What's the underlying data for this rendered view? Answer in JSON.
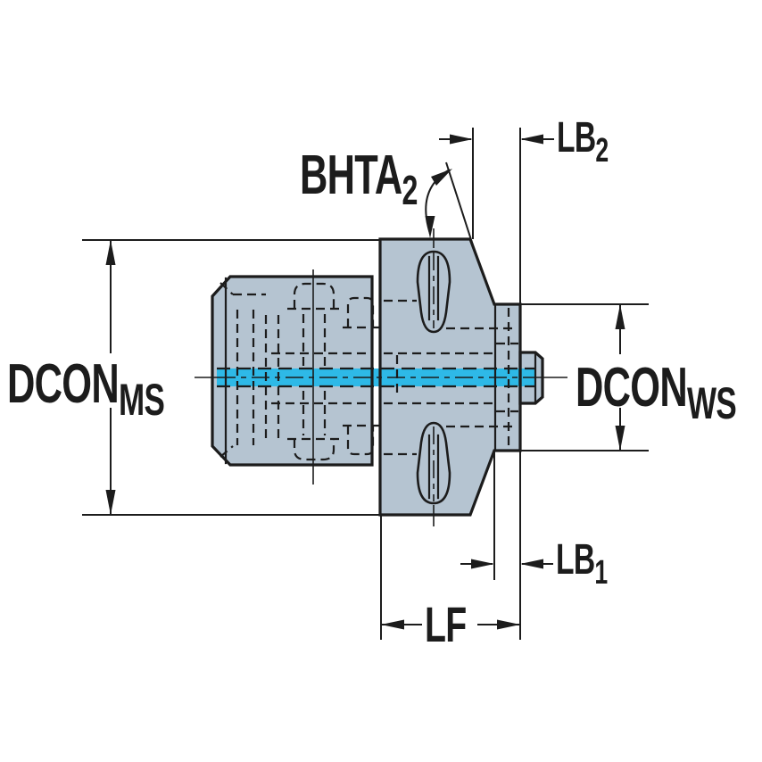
{
  "figure": {
    "type": "technical-line-drawing",
    "subject": "Tool coupling adapter side view with dimension callouts",
    "colors": {
      "background": "#ffffff",
      "body_fill": "#b5c4d1",
      "coolant_fill": "#2eb9e7",
      "line": "#1c1c1c"
    }
  },
  "labels": {
    "bhta2": {
      "main": "BHTA",
      "sub": "2"
    },
    "lb2": {
      "main": "LB",
      "sub": "2"
    },
    "lb1": {
      "main": "LB",
      "sub": "1"
    },
    "lf": {
      "main": "LF",
      "sub": ""
    },
    "dcon_ms": {
      "main": "DCON",
      "sub": "MS"
    },
    "dcon_ws": {
      "main": "DCON",
      "sub": "WS"
    }
  }
}
